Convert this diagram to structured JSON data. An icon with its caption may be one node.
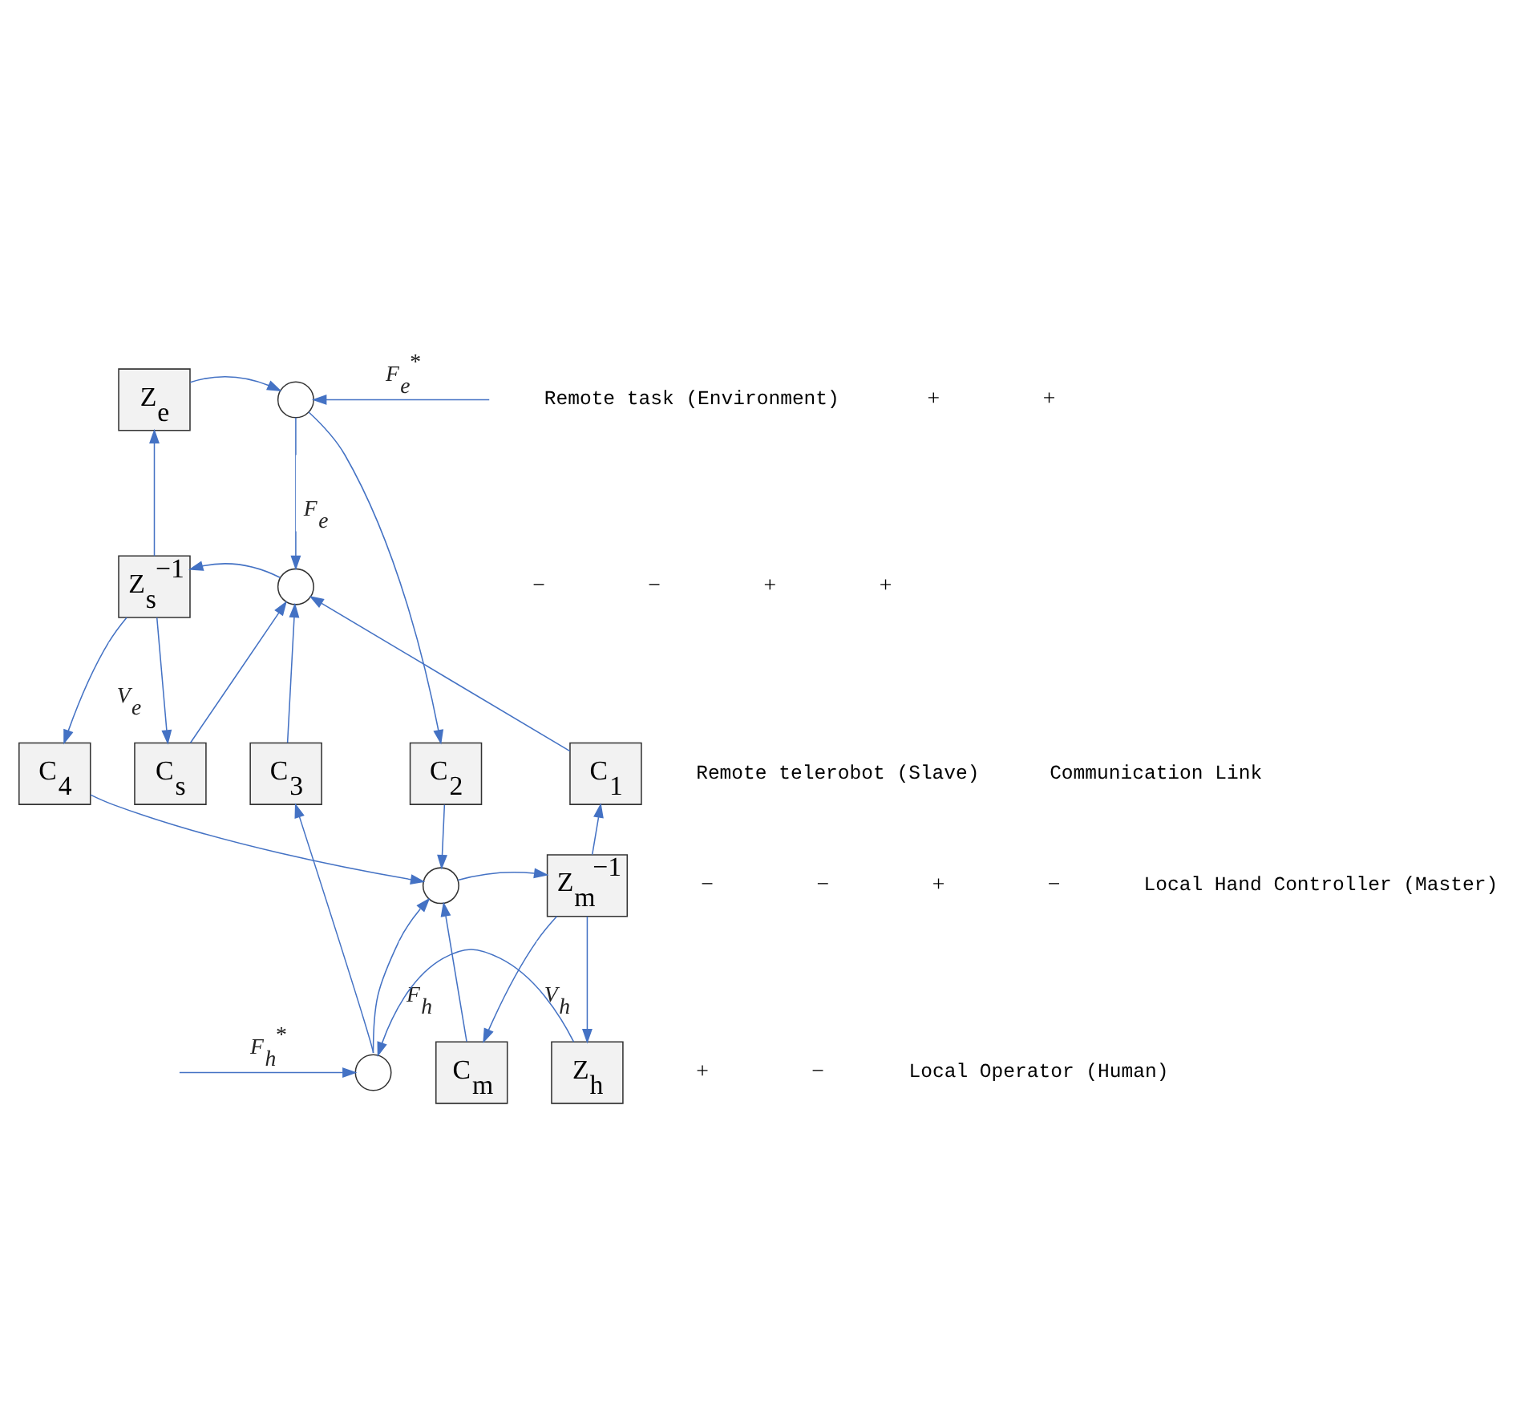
{
  "diagram": {
    "nodes": [
      {
        "text": [
          "Z$_{e}$"
        ]
      },
      {
        "text": [],
        "shape": "circle"
      },
      {
        "text": [
          "C$_{s}$"
        ]
      },
      {
        "text": [
          "Z$_{s}$$^{−1}$"
        ]
      },
      {
        "text": [],
        "shape": "circle"
      },
      {
        "text": [
          "C$_{4}$"
        ]
      },
      {
        "text": [
          "C$_{3}$"
        ]
      },
      {
        "text": [
          "C$_{2}$"
        ]
      },
      {
        "text": [
          "C$_{1}$"
        ]
      },
      {
        "text": [],
        "shape": "circle"
      },
      {
        "text": [
          "Z$_{m}$$^{−1}$"
        ]
      },
      {
        "text": [
          "C$_{m}$"
        ]
      },
      {
        "text": [],
        "shape": "circle"
      },
      {
        "text": [
          "Z$_{h}$"
        ]
      }
    ],
    "edges": [
      {
        "from": 3,
        "to": 0,
        "arrow": "to"
      },
      {
        "from": 3,
        "to": 2,
        "arrow": "to"
      },
      {
        "from": 3,
        "to": 5,
        "arrow": "to",
        "label": "V$_{e}$"
      },
      {
        "from": 0,
        "to": 1,
        "arrow": "to"
      },
      {
        "from": null,
        "to": 1,
        "arrow": "to",
        "label": "F$_{e}$$^{*}$"
      },
      {
        "from": 1,
        "to": 4,
        "arrow": "to",
        "label": "F$_{e}$"
      },
      {
        "from": 1,
        "to": 7,
        "arrow": "to"
      },
      {
        "from": 2,
        "to": 4,
        "arrow": "to"
      },
      {
        "from": 4,
        "to": 3,
        "arrow": "to"
      },
      {
        "from": 6,
        "to": 4,
        "arrow": "to"
      },
      {
        "from": 8,
        "to": 4,
        "arrow": "to"
      },
      {
        "from": 5,
        "to": 9,
        "arrow": "to"
      },
      {
        "from": 7,
        "to": 9,
        "arrow": "to"
      },
      {
        "from": 9,
        "to": 10,
        "arrow": "to"
      },
      {
        "from": 10,
        "to": 8,
        "arrow": "to"
      },
      {
        "from": 10,
        "to": 11,
        "arrow": "to",
        "label": "V$_{h}$"
      },
      {
        "from": 10,
        "to": 13,
        "arrow": "to"
      },
      {
        "from": 11,
        "to": 9,
        "arrow": "to"
      },
      {
        "from": 13,
        "to": 12,
        "arrow": "to"
      },
      {
        "from": 12,
        "to": 9,
        "arrow": "to",
        "label": "F$_{h}$"
      },
      {
        "from": 12,
        "to": 6,
        "arrow": "to"
      },
      {
        "from": null,
        "to": 12,
        "arrow": "to",
        "label": "F$_{h}$$^{*}$"
      }
    ],
    "labels": [
      "+",
      "+",
      "−",
      "−",
      "+",
      "+",
      "−",
      "−",
      "+",
      "−",
      "+",
      "−",
      "Remote task (Environment)",
      "Remote telerobot (Slave)",
      "Communication Link",
      "Local Hand Controller (Master)",
      "Local Operator (Human)"
    ]
  }
}
